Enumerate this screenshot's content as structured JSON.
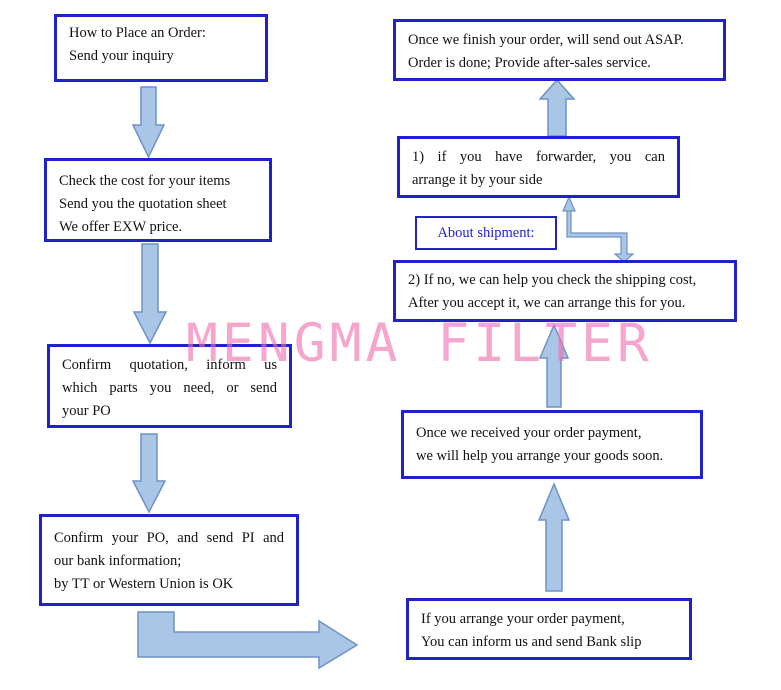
{
  "colors": {
    "box_border": "#1f22c8",
    "arrow_fill": "#a9c6e6",
    "arrow_stroke": "#6f92c4",
    "label_text": "#2020d8",
    "watermark": "#f06eaf"
  },
  "left_column": {
    "step1": [
      "How to Place an Order:",
      "Send your inquiry"
    ],
    "step2": [
      "Check the cost for your items",
      "Send you the quotation sheet",
      "We offer EXW price."
    ],
    "step3": [
      "Confirm quotation, inform us",
      "which parts you need, or send",
      "your PO"
    ],
    "step4": [
      "Confirm your PO, and send PI and",
      "our bank information;",
      "by TT or Western Union is OK"
    ]
  },
  "right_column": {
    "step5": [
      "If you arrange your order payment,",
      "You can inform us and send Bank slip"
    ],
    "step6": [
      "Once we received your order payment,",
      "we will help you arrange your goods soon."
    ],
    "step7": [
      "2) If no, we can help you check the shipping cost,",
      "After you accept it, we can arrange this for you."
    ],
    "shipment_label": "About shipment:",
    "step8": [
      "1) if you have forwarder, you can",
      "arrange it by your side"
    ],
    "step9": [
      "Once we finish your order, will send out ASAP.",
      "Order is done; Provide after-sales service."
    ]
  },
  "watermark": "MENGMA FILTER"
}
